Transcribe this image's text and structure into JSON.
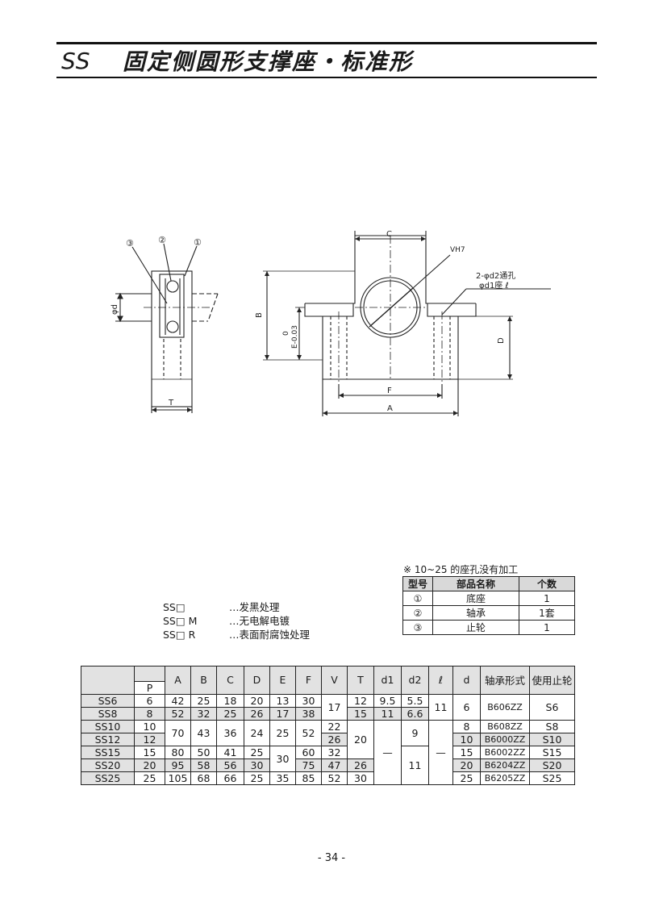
{
  "header": {
    "code": "SS",
    "title": "固定侧圆形支撑座・标准形"
  },
  "drawing": {
    "callouts": [
      "③",
      "②",
      "①"
    ],
    "labels": {
      "phi_d": "φd",
      "T": "T",
      "C": "C",
      "V": "VH7",
      "hole1": "2-φd2通孔",
      "hole2": "φd1座 ℓ",
      "B": "B",
      "E": "0\nE-0.03",
      "D": "D",
      "F": "F",
      "A": "A",
      "E_top": "0",
      "E_bot": "E-0.03"
    }
  },
  "note": "※ 10~25 的座孔没有加工",
  "parts_table": {
    "headers": [
      "型号",
      "部品名称",
      "个数"
    ],
    "rows": [
      {
        "no": "①",
        "name": "底座",
        "qty": "1"
      },
      {
        "no": "②",
        "name": "轴承",
        "qty": "1套"
      },
      {
        "no": "③",
        "name": "止轮",
        "qty": "1"
      }
    ]
  },
  "treatments": [
    {
      "code": "SS□",
      "desc": "…发黑处理"
    },
    {
      "code": "SS□  M",
      "desc": "…无电解电镀"
    },
    {
      "code": "SS□  R",
      "desc": "…表面耐腐蚀处理"
    }
  ],
  "spec_table": {
    "headers": [
      "A",
      "B",
      "C",
      "D",
      "E",
      "F",
      "V",
      "T",
      "d1",
      "d2",
      "ℓ",
      "d",
      "轴承形式",
      "使用止轮"
    ],
    "p_header": "P",
    "models": [
      "SS6",
      "SS8",
      "SS10",
      "SS12",
      "SS15",
      "SS20",
      "SS25"
    ],
    "P": [
      "6",
      "8",
      "10",
      "12",
      "15",
      "20",
      "25"
    ],
    "A": [
      "42",
      "52",
      "70",
      "80",
      "95",
      "105"
    ],
    "B": [
      "25",
      "32",
      "43",
      "50",
      "58",
      "68"
    ],
    "C": [
      "18",
      "25",
      "36",
      "41",
      "56",
      "66"
    ],
    "D": [
      "20",
      "26",
      "24",
      "25",
      "30",
      "25"
    ],
    "E": [
      "13",
      "17",
      "25",
      "30",
      "35"
    ],
    "F": [
      "30",
      "38",
      "52",
      "60",
      "75",
      "85"
    ],
    "V": [
      "17",
      "22",
      "26",
      "32",
      "47",
      "52"
    ],
    "T": [
      "12",
      "15",
      "20",
      "26",
      "30"
    ],
    "d1": [
      "9.5",
      "11",
      "—"
    ],
    "d2": [
      "5.5",
      "6.6",
      "9",
      "11"
    ],
    "l": [
      "11",
      "—"
    ],
    "d": [
      "6",
      "8",
      "10",
      "15",
      "20",
      "25"
    ],
    "bearing": [
      "B606ZZ",
      "B608ZZ",
      "B6000ZZ",
      "B6002ZZ",
      "B6204ZZ",
      "B6205ZZ"
    ],
    "stopper": [
      "S6",
      "S8",
      "S10",
      "S15",
      "S20",
      "S25"
    ]
  },
  "page_number": "- 34 -"
}
